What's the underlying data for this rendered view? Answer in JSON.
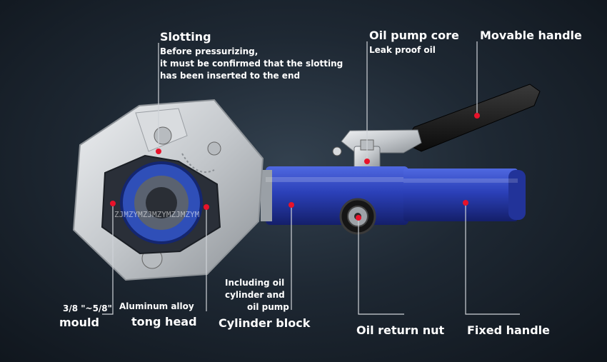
{
  "labels": {
    "slotting_title": "Slotting",
    "slotting_note_1": "Before pressurizing,",
    "slotting_note_2": "it must be confirmed that the slotting",
    "slotting_note_3": "has been inserted to the end",
    "oil_pump_core": "Oil pump core",
    "leak_proof": "Leak proof oil",
    "movable_handle": "Movable handle",
    "mould_size": "3/8 \"~5/8\"",
    "mould": "mould",
    "aluminum_alloy": "Aluminum alloy",
    "tong_head": "tong head",
    "cyl_note_1": "Including oil",
    "cyl_note_2": "cylinder and",
    "cyl_note_3": "oil pump",
    "cylinder_block": "Cylinder block",
    "oil_return_nut": "Oil return nut",
    "fixed_handle": "Fixed handle"
  },
  "watermark": "ZJMZYMZJMZYMZJMZYM",
  "colors": {
    "marker": "#e8122a",
    "cylinder_blue": "#2a3fb0",
    "metal": "#c9ccd0",
    "handle_black": "#141414"
  }
}
